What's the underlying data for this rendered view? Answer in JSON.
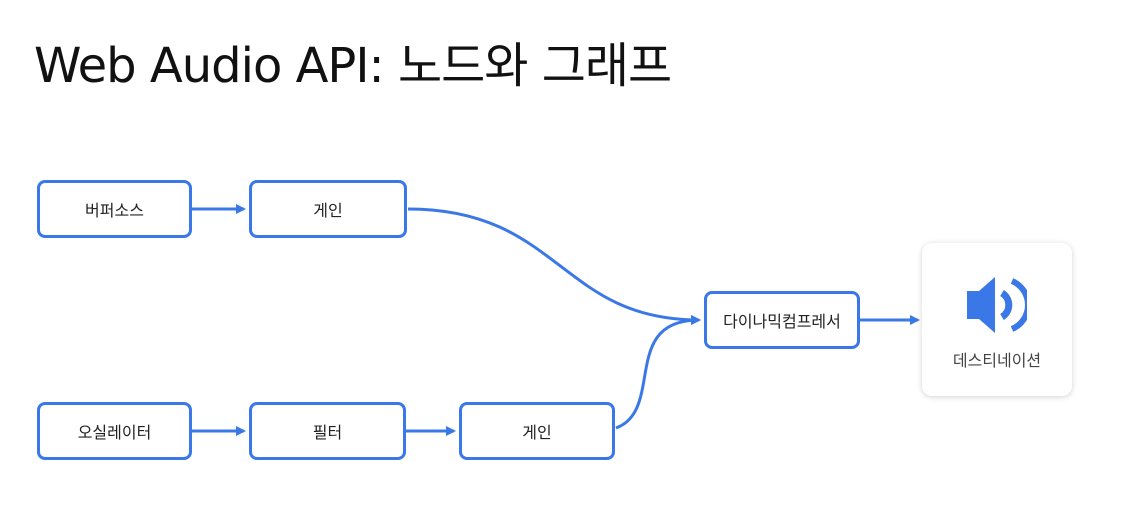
{
  "title": "Web Audio API: 노드와 그래프",
  "accent_color": "#3b78e7",
  "nodes": {
    "buffer_source": "버퍼소스",
    "gain_top": "게인",
    "compressor": "다이나믹컴프레서",
    "oscillator": "오실레이터",
    "filter": "필터",
    "gain_bottom": "게인",
    "destination": "데스티네이션"
  },
  "destination_icon": "speaker-icon"
}
